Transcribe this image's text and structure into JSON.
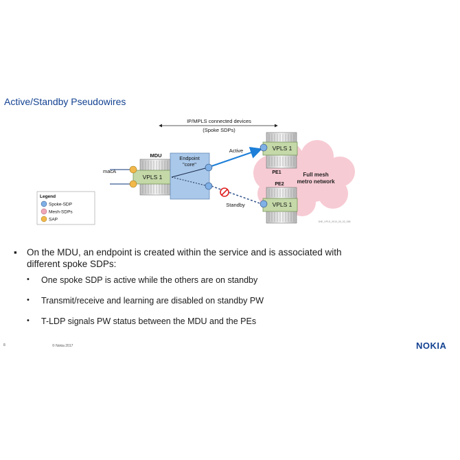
{
  "slide": {
    "title": "Active/Standby Pseudowires",
    "page_number": "8",
    "copyright": "© Nokia 2017",
    "logo_text": "NOKIA"
  },
  "diagram": {
    "header_line1": "IP/MPLS connected devices",
    "header_line2": "(Spoke SDPs)",
    "mdu_label": "MDU",
    "mdu_vpls": "VPLS 1",
    "endpoint_line1": "Endpoint",
    "endpoint_line2": "\"core\"",
    "mac_label": "macA",
    "active_label": "Active",
    "standby_label": "Standby",
    "pe1_vpls": "VPLS 1",
    "pe1_label": "PE1",
    "pe2_label": "PE2",
    "pe2_vpls": "VPLS 1",
    "cloud_line1": "Full mesh",
    "cloud_line2": "metro network",
    "legend_title": "Legend",
    "legend_items": [
      "Spoke-SDP",
      "Mesh-SDPs",
      "SAP"
    ],
    "figure_id": "3HE_VPLS_0013_00_02_038"
  },
  "bullets": {
    "main_line1": "On the MDU, an endpoint is created within the service and is associated with",
    "main_line2": "different spoke SDPs:",
    "sub": [
      "One spoke SDP is active while the others are on standby",
      "Transmit/receive and learning are disabled on standby PW",
      "T-LDP signals PW status between the MDU and the PEs"
    ]
  },
  "colors": {
    "title": "#124191",
    "logo": "#124191",
    "spoke": "#7fb0e6",
    "mesh": "#f0a8b8",
    "sap": "#f2b84b",
    "endpoint_box": "#a9c8ea",
    "vpls_box": "#c4d8a8",
    "cloud": "#f7c9d2",
    "active_arrow": "#1d7fd8",
    "standby_line": "#3a5a90",
    "block_icon": "#e02020"
  }
}
